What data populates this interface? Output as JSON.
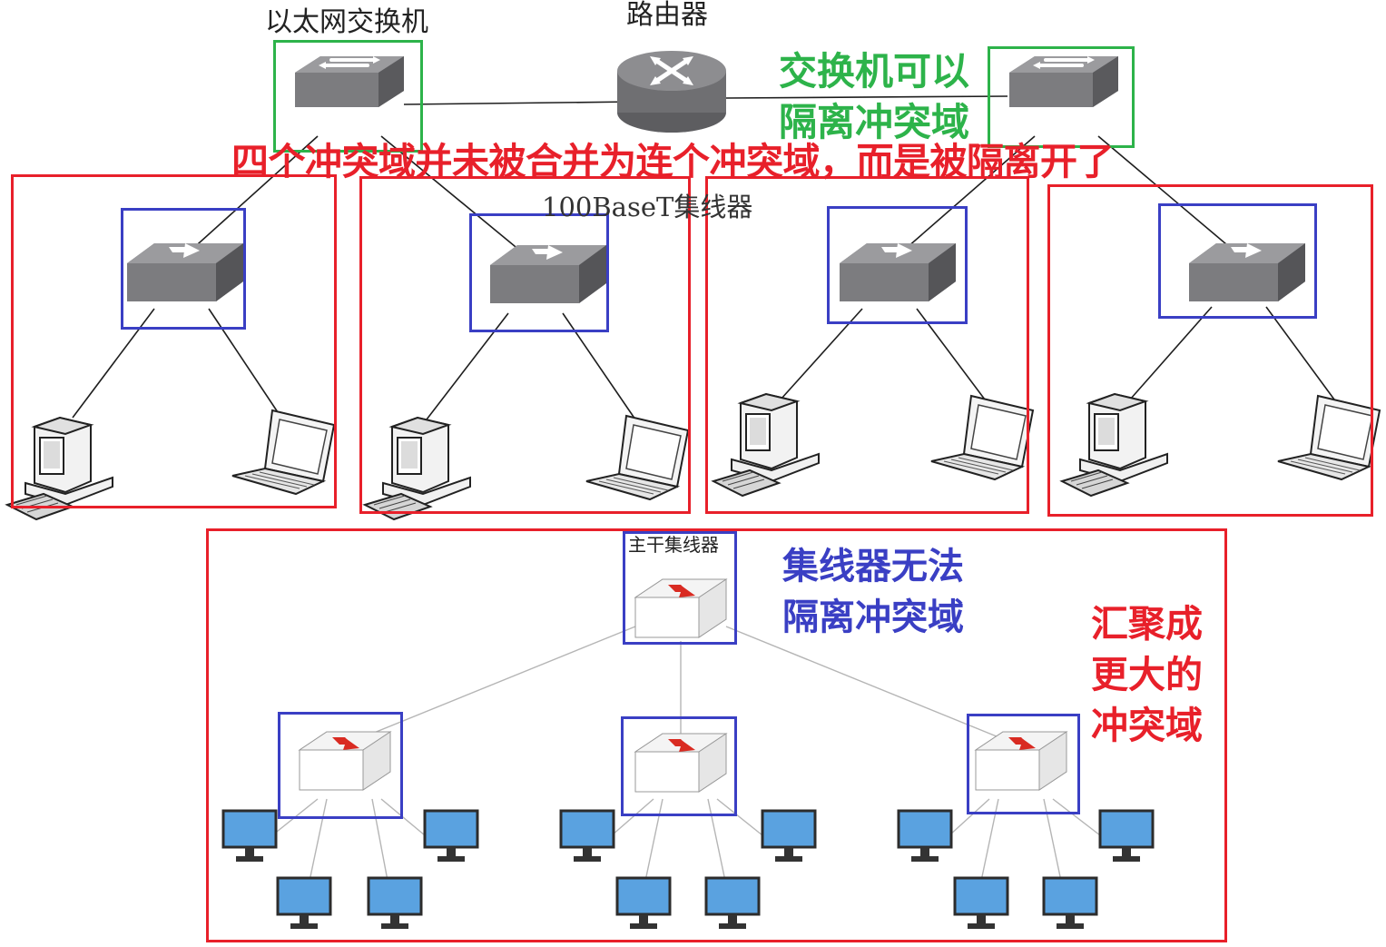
{
  "labels": {
    "ethernet_switch": "以太网交换机",
    "router": "路由器",
    "hub_100baset": "100BaseT集线器",
    "backbone_hub": "主干集线器"
  },
  "annotations": {
    "switch_isolates_line1": "交换机可以",
    "switch_isolates_line2": "隔离冲突域",
    "four_domains": "四个冲突域并未被合并为连个冲突域，而是被隔离开了",
    "hub_cannot_line1": "集线器无法",
    "hub_cannot_line2": "隔离冲突域",
    "merge_line1": "汇聚成",
    "merge_line2": "更大的",
    "merge_line3": "冲突域"
  },
  "colors": {
    "red": "#e8202a",
    "blue": "#3a3fc4",
    "green": "#2db34a",
    "device_gray": "#8a8a8c",
    "monitor_blue": "#5aa2e0"
  }
}
